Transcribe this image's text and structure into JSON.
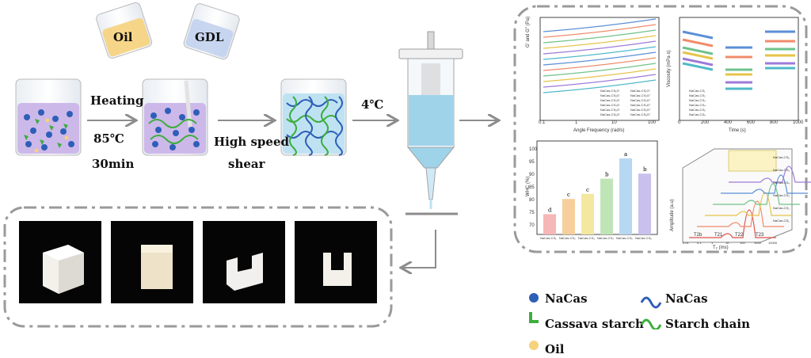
{
  "beakers": {
    "oil": "Oil",
    "gdl": "GDL"
  },
  "steps": {
    "heating": "Heating",
    "temp": "85℃",
    "time": "30min",
    "shear1": "High speed",
    "shear2": "shear",
    "cool": "4℃"
  },
  "charts": {
    "rheology": {
      "ylabel": "G' and G'' (Pa)",
      "xlabel": "Angle Frequency (rad/s)",
      "xticks": [
        "0.1",
        "1",
        "10",
        "100"
      ],
      "legend": [
        "NaCas-CS₁G'",
        "NaCas-CS₁G''",
        "NaCas-CS₂G'",
        "NaCas-CS₂G''",
        "NaCas-CS₃G'",
        "NaCas-CS₃G''",
        "NaCas-CS₄G'",
        "NaCas-CS₄G''",
        "NaCas-CS₅G'",
        "NaCas-CS₅G''",
        "NaCas-CS₆G'",
        "NaCas-CS₆G''"
      ]
    },
    "viscosity": {
      "ylabel": "Viscosity (mPa·s)",
      "xlabel": "Time (s)",
      "xticks": [
        "0",
        "200",
        "400",
        "600",
        "800",
        "1000"
      ],
      "legend": [
        "NaCas-CS₁",
        "NaCas-CS₂",
        "NaCas-CS₃",
        "NaCas-CS₄",
        "NaCas-CS₅",
        "NaCas-CS₆"
      ]
    },
    "whc": {
      "ylabel": "WHC (%)",
      "yticks": [
        "100",
        "95",
        "90",
        "85",
        "80",
        "75",
        "70"
      ],
      "categories": [
        "NaCas-CS₁",
        "NaCas-CS₂",
        "NaCas-CS₃",
        "NaCas-CS₄",
        "NaCas-CS₅",
        "NaCas-CS₆"
      ],
      "letters": [
        "d",
        "c",
        "c",
        "b",
        "a",
        "b"
      ]
    },
    "lfnmr": {
      "ylabel": "Amplitude (a.u)",
      "xlabel": "T₂ (ms)",
      "xticks": [
        "0.01",
        "0.1",
        "1",
        "10",
        "100",
        "1000",
        "10000"
      ],
      "peaks": [
        "T2b",
        "T21",
        "T22",
        "T23"
      ],
      "series": [
        "NaCas-CS₆",
        "NaCas-CS₅",
        "NaCas-CS₄",
        "NaCas-CS₃",
        "NaCas-CS₂",
        "NaCas-CS₁"
      ]
    }
  },
  "legend": {
    "nacas_dot": "NaCas",
    "cassava": "Cassava starch",
    "oil": "Oil",
    "nacas_line": "NaCas",
    "starch_chain": "Starch chain"
  },
  "colors": {
    "dash": "#9a9a9a",
    "arrow": "#8c8c8c",
    "nacas": "#2e5fb8",
    "starch": "#3cae3c",
    "oil": "#f6d27c",
    "liquid": "#cdb8ea",
    "gel": "#bfe2f3"
  }
}
